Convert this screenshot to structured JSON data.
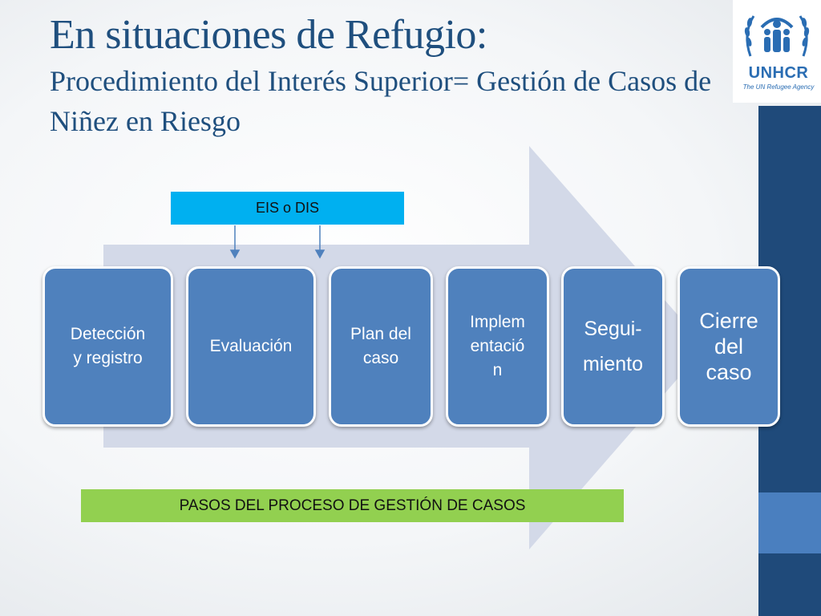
{
  "title": {
    "main": "En situaciones de Refugio:",
    "sub": "Procedimiento del Interés  Superior= Gestión de Casos de Niñez en Riesgo"
  },
  "logo": {
    "word": "UNHCR",
    "tagline": "The UN Refugee Agency"
  },
  "labels": {
    "eis": "EIS o DIS",
    "pasos": "PASOS  DEL PROCESO DE GESTIÓN DE CASOS"
  },
  "steps": [
    {
      "label": "Detección\ny registro"
    },
    {
      "label": "Evaluación"
    },
    {
      "label": "Plan del\ncaso"
    },
    {
      "label": "Implem\nentació\nn"
    },
    {
      "label": "Segui-\nmiento"
    },
    {
      "label": "Cierre\ndel\ncaso"
    }
  ],
  "colors": {
    "title": "#1f4f7e",
    "step_box": "#4f81bd",
    "big_arrow": "#d3d9e8",
    "eis_label": "#00b0f0",
    "pasos_label": "#92d050",
    "side_bar_dark": "#1f4a7a",
    "side_bar_light": "#4a7fbf",
    "logo_blue": "#2a6db3"
  }
}
